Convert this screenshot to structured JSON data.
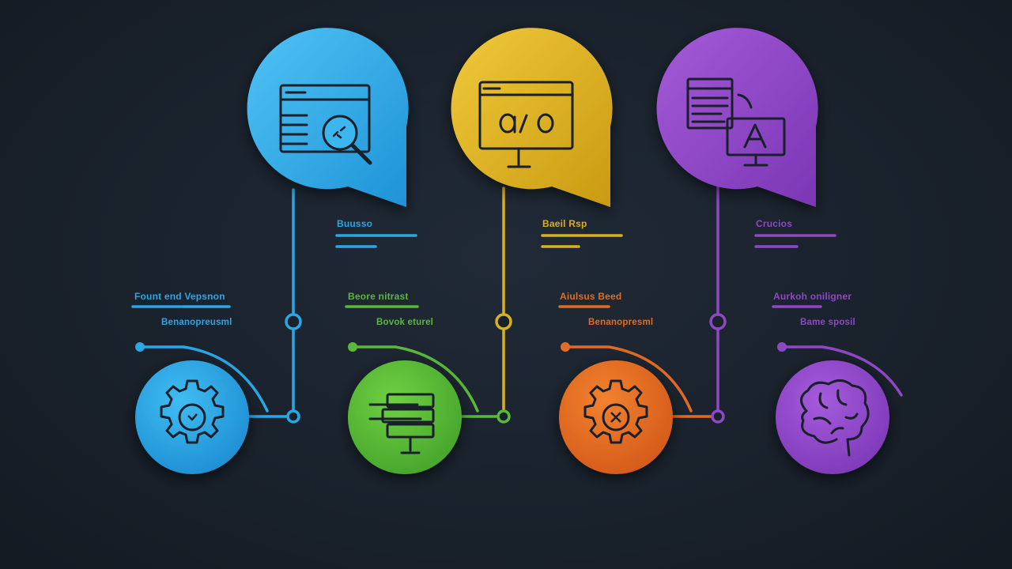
{
  "colors": {
    "background": "#19212b",
    "blue": "#2aa7e6",
    "yellow": "#d9b020",
    "purple": "#8e48c6",
    "green": "#5ab93a",
    "orange": "#e36b23",
    "icon_stroke": "#1a202a"
  },
  "bubbles": [
    {
      "id": "blue",
      "icon": "browser-search-icon",
      "label": "Buusso"
    },
    {
      "id": "yellow",
      "icon": "monitor-code-icon",
      "label": "Baeil Rsp"
    },
    {
      "id": "purple",
      "icon": "document-monitor-icon",
      "label": "Crucios"
    }
  ],
  "circles": [
    {
      "id": "blue",
      "icon": "gear-icon",
      "label_top": "Fount end Vepsnon",
      "label_bottom": "Benanopreusml"
    },
    {
      "id": "green",
      "icon": "server-stack-icon",
      "label_top": "Beore nitrast",
      "label_bottom": "Bovok eturel"
    },
    {
      "id": "orange",
      "icon": "gear-icon",
      "label_top": "Aiulsus Beed",
      "label_bottom": "Benanopresml"
    },
    {
      "id": "purple",
      "icon": "brain-icon",
      "label_top": "Aurkoh oniligner",
      "label_bottom": "Bame sposil"
    }
  ]
}
